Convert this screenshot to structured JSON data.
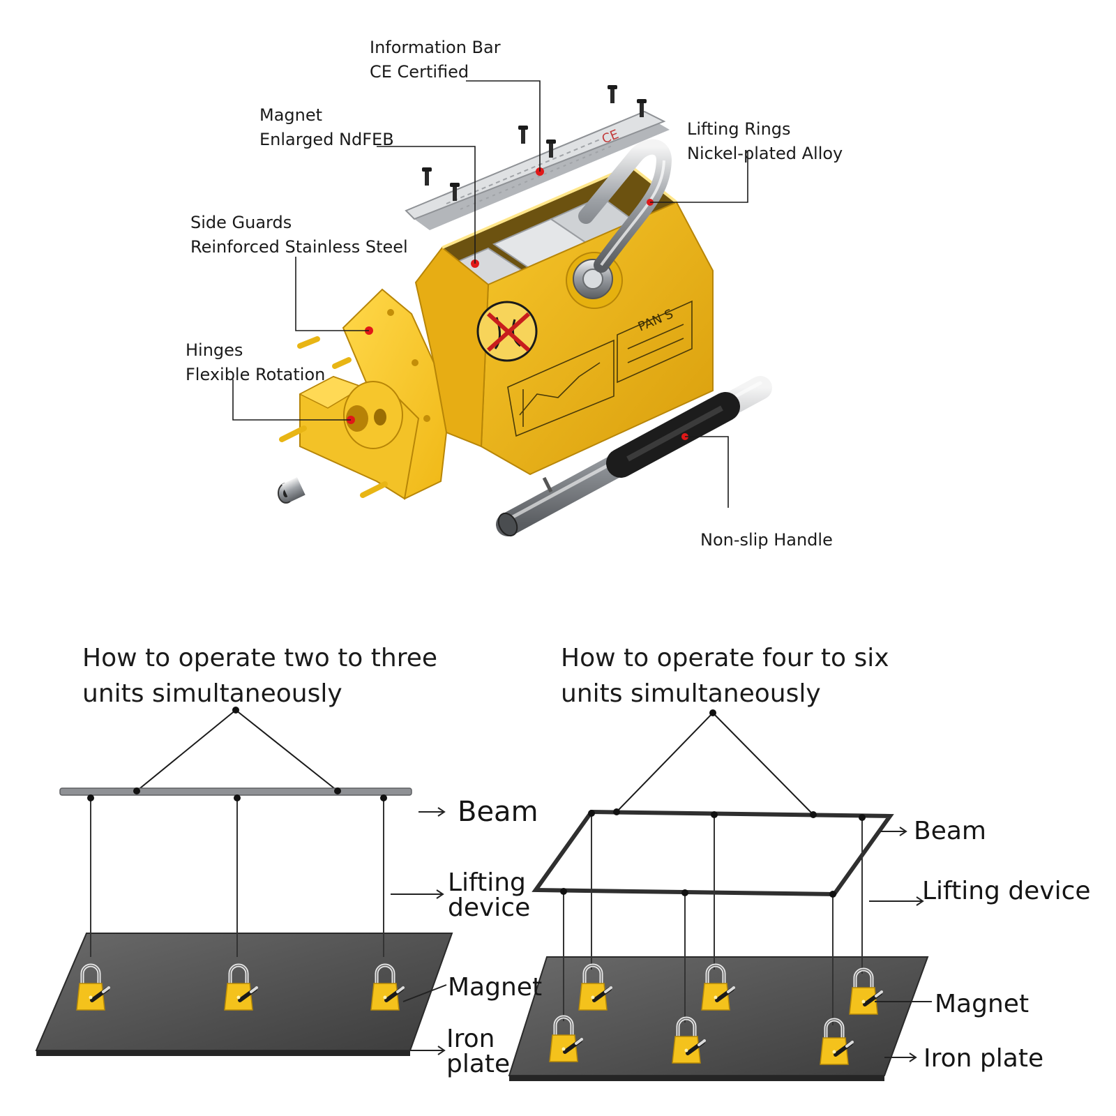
{
  "exploded_view": {
    "callouts": [
      {
        "id": "info-bar",
        "title": "Information Bar",
        "detail": "CE Certified"
      },
      {
        "id": "magnet",
        "title": "Magnet",
        "detail": "Enlarged NdFEB"
      },
      {
        "id": "lifting-rings",
        "title": "Lifting Rings",
        "detail": "Nickel-plated Alloy"
      },
      {
        "id": "side-guards",
        "title": "Side Guards",
        "detail": "Reinforced Stainless Steel"
      },
      {
        "id": "hinges",
        "title": "Hinges",
        "detail": "Flexible Rotation"
      },
      {
        "id": "handle",
        "title": "Non-slip Handle",
        "detail": ""
      }
    ],
    "body_marking": "PAN S",
    "plate_marking": "CE"
  },
  "diagram_left": {
    "heading": [
      "How to operate two to three",
      "units simultaneously"
    ],
    "labels": {
      "beam": "Beam",
      "lifting_device": [
        "Lifting",
        "device"
      ],
      "magnet": "Magnet",
      "iron_plate": [
        "Iron",
        "plate"
      ]
    },
    "unit_count": 3
  },
  "diagram_right": {
    "heading": [
      "How to operate four to six",
      "units simultaneously"
    ],
    "labels": {
      "beam": "Beam",
      "lifting_device": "Lifting device",
      "magnet": "Magnet",
      "iron_plate": "Iron plate"
    },
    "unit_count": 6
  },
  "colors": {
    "magnet_yellow": "#f2bf1c",
    "magnet_dark": "#d9a20e",
    "plate_gray": "#4e4e4e",
    "steel": "#b9bcc0",
    "marker_red": "#e01818"
  }
}
